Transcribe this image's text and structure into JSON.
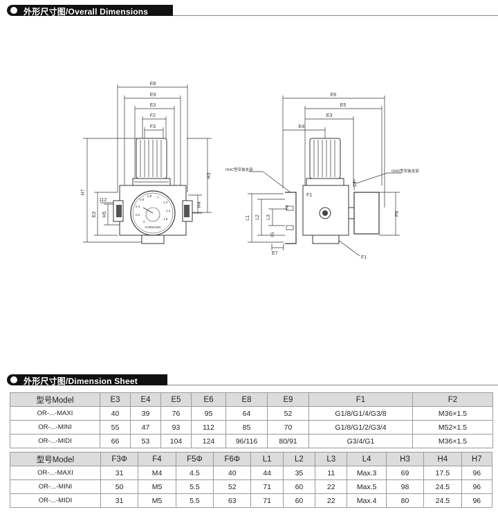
{
  "sections": {
    "overall_title": "外形尺寸图/Overall Dimensions",
    "sheet_title": "外形尺寸图/Dimension Sheet"
  },
  "drawing": {
    "front_view": {
      "dims": {
        "E8": "E8",
        "E9": "E9",
        "E3_top": "E3",
        "F2": "F2",
        "F3": "F3",
        "H7": "H7",
        "H3": "H3",
        "H4": "H4",
        "E3_side": "E3",
        "H5": "H5",
        "d112": "112"
      },
      "gauge_label": "FORWARD",
      "gauge_scale": [
        "0",
        "0.2",
        "0.4",
        "0.6",
        "0.8",
        "1",
        "1.2",
        "1.4",
        "1.6"
      ]
    },
    "side_view": {
      "dims": {
        "E6": "E6",
        "E5": "E5",
        "E4": "E4",
        "E3": "E3",
        "F1_top": "F1",
        "F1_bottom": "F1",
        "L4": "L4",
        "F6": "F6",
        "L1": "L1",
        "L2": "L2",
        "L3": "L3",
        "F4": "F4",
        "F5": "F5",
        "E7": "E7"
      },
      "bracket_left": "OHC型安装支架",
      "bracket_right": "OHD型安装支架"
    }
  },
  "table1": {
    "headers": [
      "型号Model",
      "E3",
      "E4",
      "E5",
      "E6",
      "E8",
      "E9",
      "F1",
      "F2"
    ],
    "rows": [
      [
        "OR-...-MAXI",
        "40",
        "39",
        "76",
        "95",
        "64",
        "52",
        "G1/8/G1/4/G3/8",
        "M36×1.5"
      ],
      [
        "OR-...-MINI",
        "55",
        "47",
        "93",
        "112",
        "85",
        "70",
        "G1/8/G1/2/G3/4",
        "M52×1.5"
      ],
      [
        "OR-...-MIDI",
        "66",
        "53",
        "104",
        "124",
        "96/116",
        "80/91",
        "G3/4/G1",
        "M36×1.5"
      ]
    ]
  },
  "table2": {
    "headers": [
      "型号Model",
      "F3Φ",
      "F4",
      "F5Φ",
      "F6Φ",
      "L1",
      "L2",
      "L3",
      "L4",
      "H3",
      "H4",
      "H7"
    ],
    "rows": [
      [
        "OR-...-MAXI",
        "31",
        "M4",
        "4.5",
        "40",
        "44",
        "35",
        "11",
        "Max.3",
        "69",
        "17.5",
        "96"
      ],
      [
        "OR-...-MINI",
        "50",
        "M5",
        "5.5",
        "52",
        "71",
        "60",
        "22",
        "Max.5",
        "98",
        "24.5",
        "96"
      ],
      [
        "OR-...-MIDI",
        "31",
        "M5",
        "5.5",
        "63",
        "71",
        "60",
        "22",
        "Max.4",
        "80",
        "24.5",
        "96"
      ]
    ]
  },
  "colors": {
    "header_bar": "#111111",
    "table_header": "#dcdcdc",
    "line": "#333333"
  }
}
